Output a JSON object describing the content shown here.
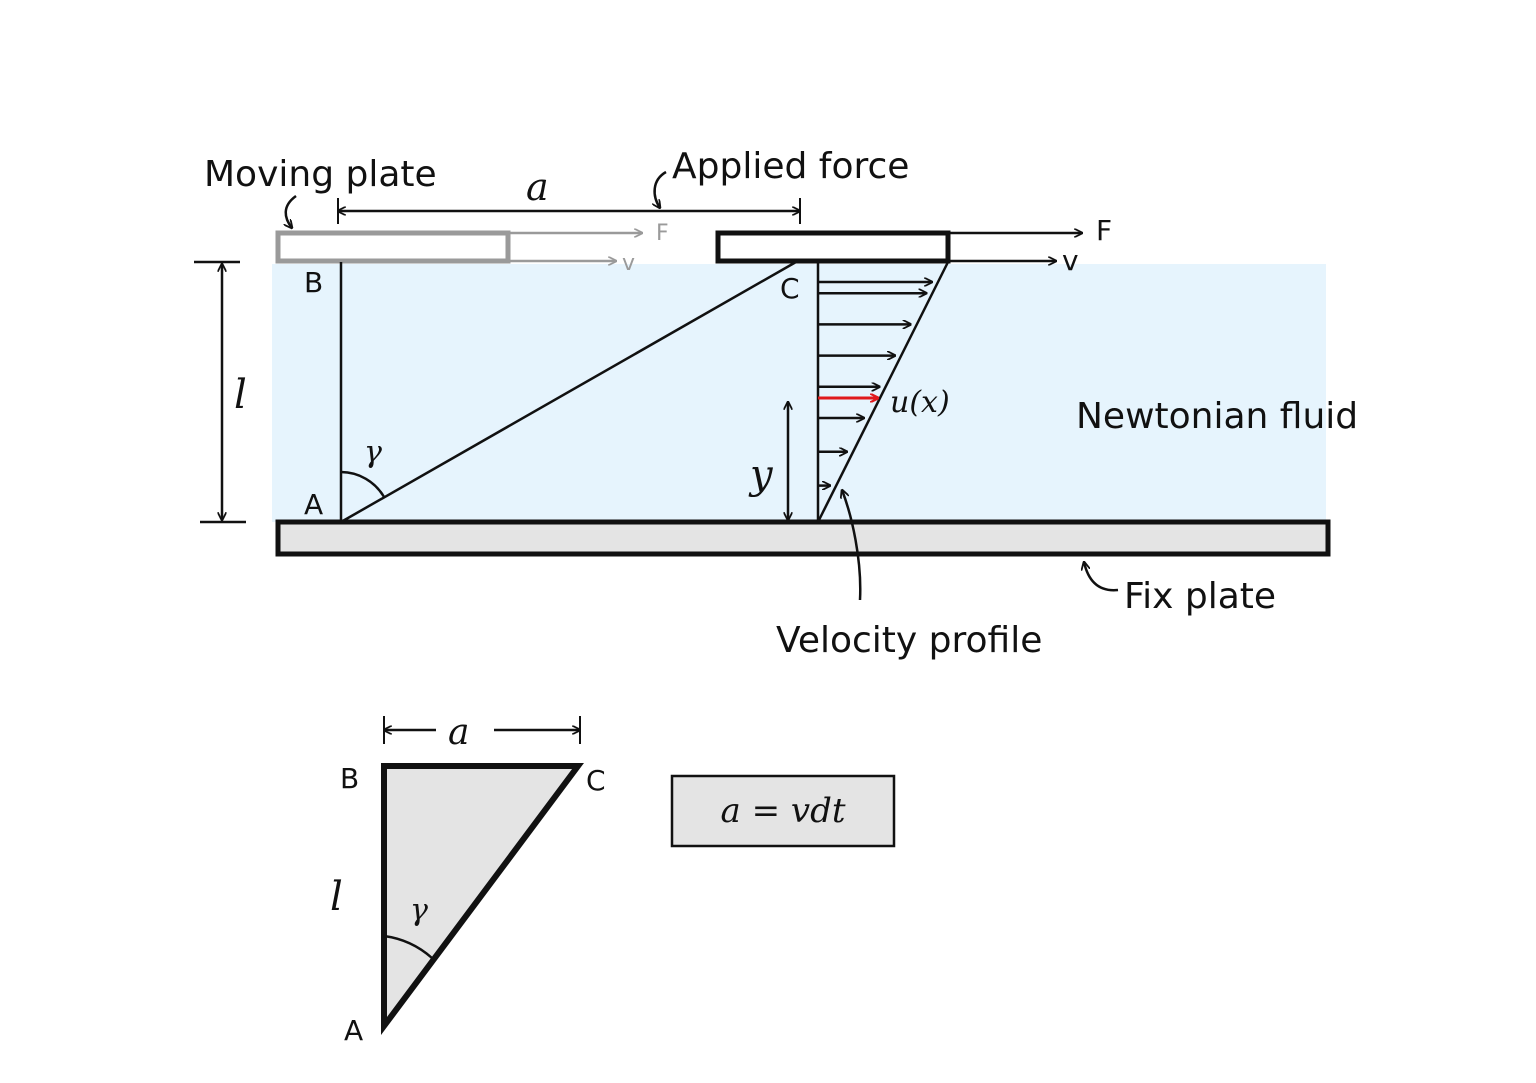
{
  "labels": {
    "moving_plate": "Moving plate",
    "applied_force": "Applied force",
    "newtonian_fluid": "Newtonian fluid",
    "fix_plate": "Fix plate",
    "velocity_profile": "Velocity profile",
    "velocity_function": "u(x)",
    "force": "F",
    "velocity": "v",
    "length": "l",
    "displacement": "a",
    "height": "y",
    "angle": "γ",
    "point_a": "A",
    "point_b": "B",
    "point_c": "C",
    "equation": "a = vdt"
  },
  "colors": {
    "fluid": "#e6f4fd",
    "plate_fill": "#e4e4e4",
    "ghost_plate": "#9a9a9a",
    "highlight_arrow": "#e0191c",
    "ink": "#111111"
  },
  "velocity_profile_arrow_fractions": [
    0.14,
    0.27,
    0.4,
    0.52,
    0.64,
    0.76,
    0.88,
    1.0
  ]
}
